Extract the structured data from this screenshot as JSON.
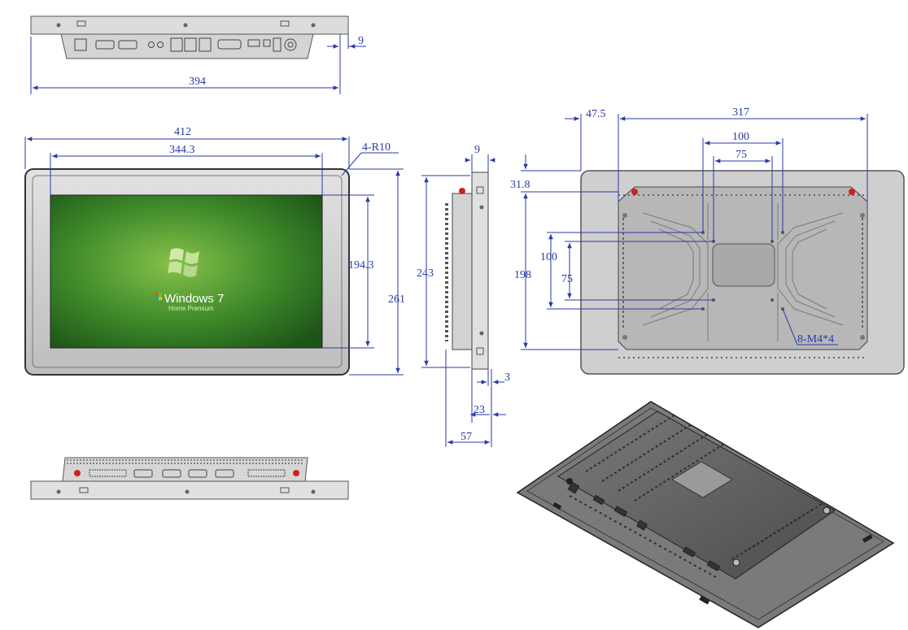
{
  "dimensions": {
    "top_width": "394",
    "top_depth": "9",
    "front_width": "412",
    "screen_width": "344.3",
    "corner_radius": "4-R10",
    "screen_height": "194.3",
    "front_height": "261",
    "side_depth_top": "9",
    "side_height": "243",
    "side_bezel": "3",
    "side_body": "23",
    "side_total": "57",
    "rear_offset_x": "47.5",
    "rear_hole_span_x": "317",
    "rear_vesa_100_x": "100",
    "rear_vesa_75_x": "75",
    "rear_offset_y": "31.8",
    "rear_hole_span_y": "198",
    "rear_vesa_100_y": "100",
    "rear_vesa_75_y": "75",
    "rear_screws": "8-M4*4"
  },
  "screen": {
    "os_name": "Windows 7",
    "os_edition": "Home Premium"
  },
  "colors": {
    "dimension": "#2a3aa6",
    "screen_green": "#4a8a2a",
    "metal": "#cfcfcf",
    "red_cap": "#cc2222"
  }
}
